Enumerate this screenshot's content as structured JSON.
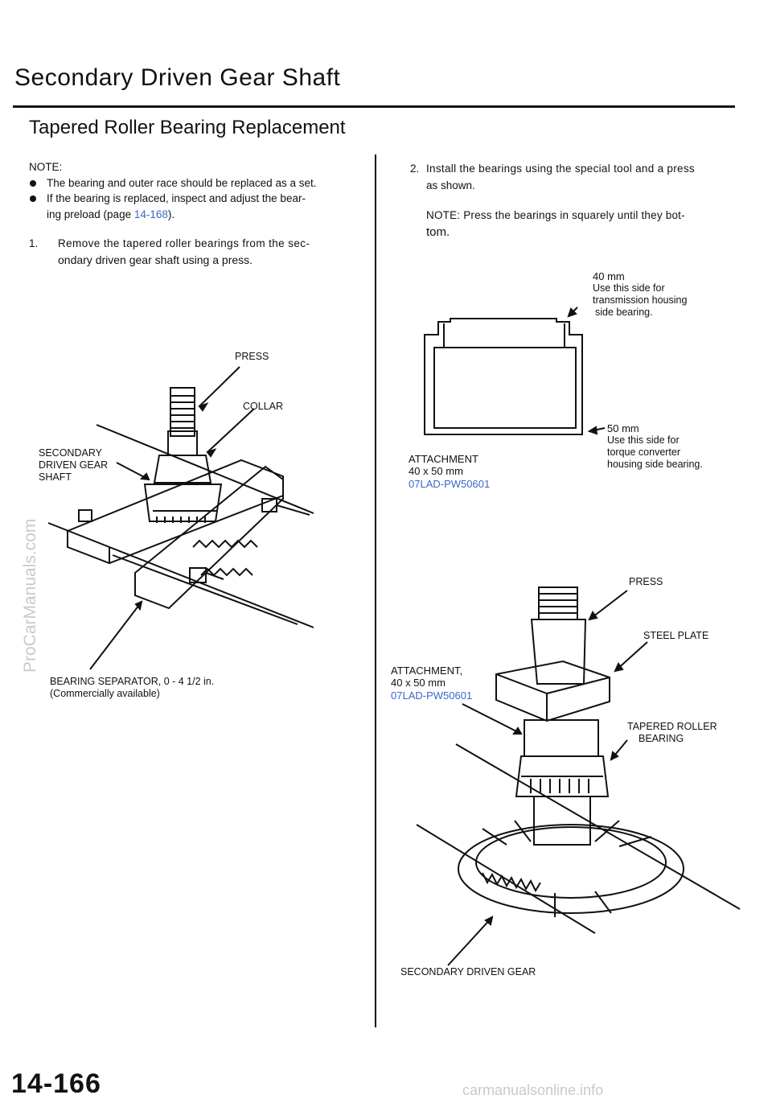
{
  "page": {
    "title": "Secondary Driven Gear Shaft",
    "subtitle": "Tapered Roller Bearing Replacement",
    "page_number": "14-166"
  },
  "left_column": {
    "note_heading": "NOTE:",
    "bullets": [
      "The bearing and outer race should be replaced as a set.",
      "If the bearing is replaced, inspect and adjust the bear-"
    ],
    "bullet2_cont_prefix": "ing preload (page ",
    "bullet2_link": "14-168",
    "bullet2_cont_suffix": ").",
    "step1_num": "1.",
    "step1_line1": "Remove the tapered roller bearings from the sec-",
    "step1_line2": "ondary driven gear shaft using a press.",
    "fig1": {
      "press": "PRESS",
      "collar": "COLLAR",
      "shaft_l1": "SECONDARY",
      "shaft_l2": "DRIVEN GEAR",
      "shaft_l3": "SHAFT",
      "separator_l1": "BEARING SEPARATOR, 0 - 4 1/2 in.",
      "separator_l2": "(Commercially available)"
    }
  },
  "right_column": {
    "step2_num": "2.",
    "step2_line1": "Install the bearings using the special tool and a press",
    "step2_line2": "as shown.",
    "note_line1": "NOTE: Press the bearings in squarely until they bot-",
    "note_line2": "tom.",
    "fig2": {
      "size40": "40 mm",
      "size40_desc1": "Use this side for",
      "size40_desc2": "transmission housing",
      "size40_desc3": "side bearing.",
      "size50": "50 mm",
      "size50_desc1": "Use this side for",
      "size50_desc2": "torque converter",
      "size50_desc3": "housing side bearing.",
      "attach_l1": "ATTACHMENT",
      "attach_l2": "40 x 50 mm",
      "attach_part": "07LAD-PW50601"
    },
    "fig3": {
      "press": "PRESS",
      "steel_plate": "STEEL PLATE",
      "attach_l1": "ATTACHMENT,",
      "attach_l2": "40 x 50 mm",
      "attach_part": "07LAD-PW50601",
      "bearing_l1": "TAPERED ROLLER",
      "bearing_l2": "BEARING",
      "gear": "SECONDARY DRIVEN GEAR"
    }
  },
  "watermarks": {
    "left": "ProCarManuals.com",
    "bottom": "carmanualsonline.info"
  },
  "colors": {
    "link": "#3a67c9",
    "watermark": "#c9c9c9"
  }
}
